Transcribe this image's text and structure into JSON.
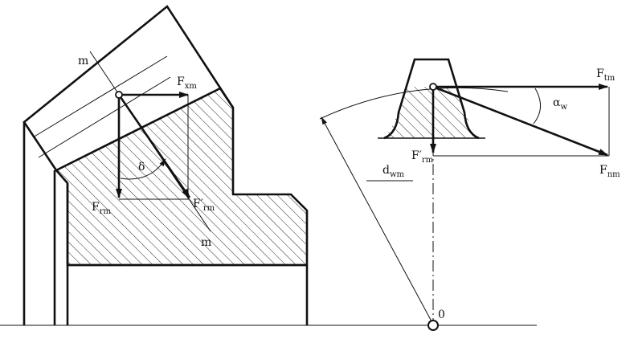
{
  "labels": {
    "m_top": "m",
    "m_bottom": "m",
    "delta": "δ",
    "alpha_w": "α",
    "alpha_w_sub": "w",
    "origin": "0",
    "F_xm_main": "F",
    "F_xm_sub": "xm",
    "F_rm_main": "F",
    "F_rm_sub": "rm",
    "F_rm_prime_left_main": "F′",
    "F_rm_prime_left_sub": "rm",
    "F_rm_prime_right_main": "F′",
    "F_rm_prime_right_sub": "rm",
    "F_tm_main": "F",
    "F_tm_sub": "tm",
    "F_nm_main": "F",
    "F_nm_sub": "nm",
    "d_wm_main": "d",
    "d_wm_sub": "wm"
  },
  "colors": {
    "ink": "#111111",
    "paper": "#ffffff"
  }
}
